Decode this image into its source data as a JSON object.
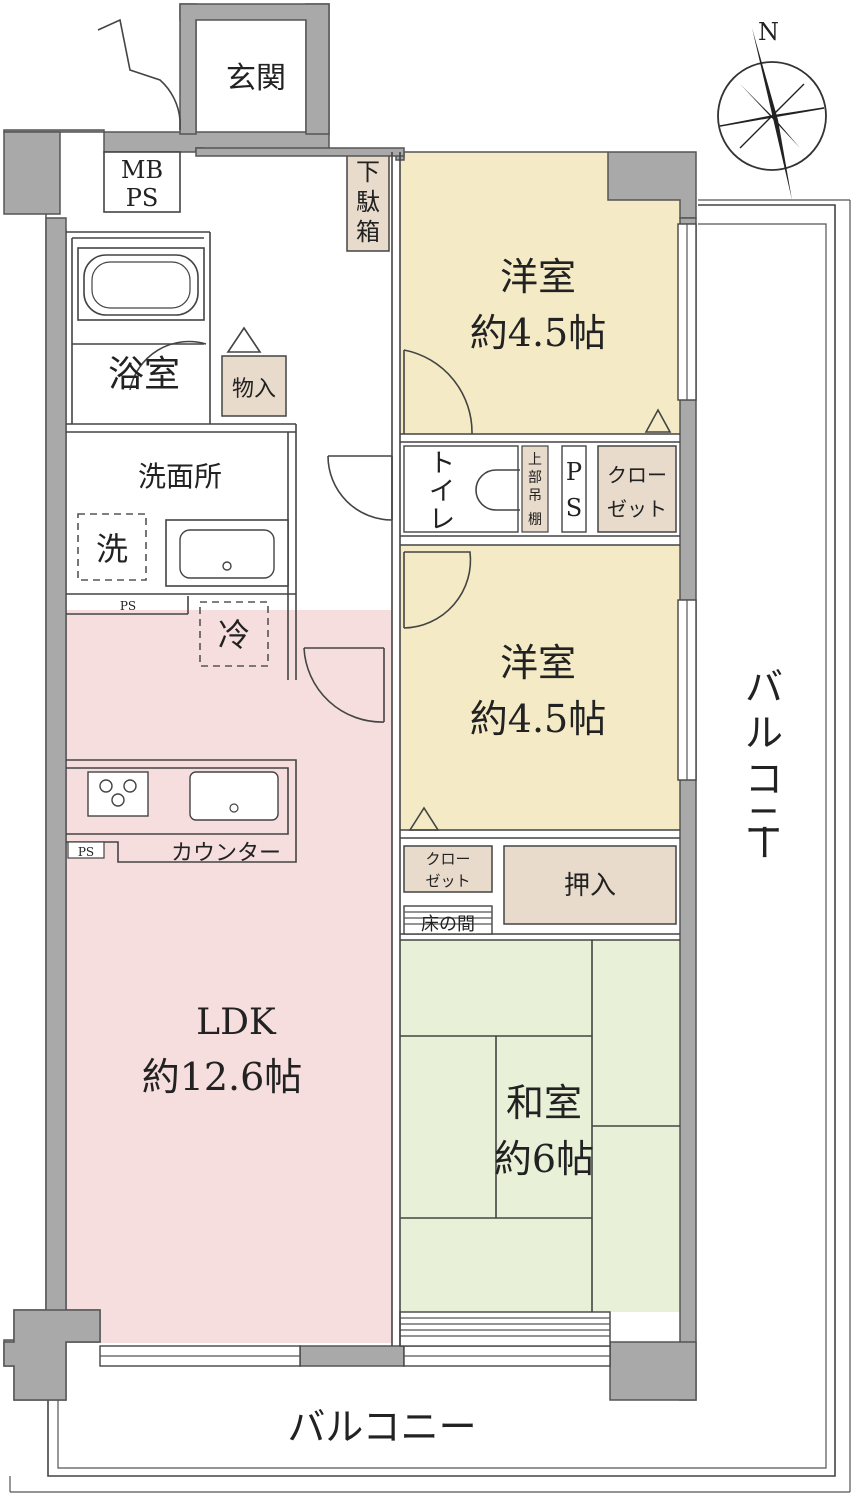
{
  "compass": {
    "north_label": "N"
  },
  "colors": {
    "ldk": "#f7dede",
    "western_room": "#f4ebc6",
    "japanese_room": "#e8f1d8",
    "storage": "#e8dbcc",
    "wall": "#a9a9a9"
  },
  "rooms": {
    "entrance": "玄関",
    "mbps": [
      "MB",
      "PS"
    ],
    "shoe_box": [
      "下",
      "駄",
      "箱"
    ],
    "bath": "浴室",
    "storage_small": "物入",
    "washroom": "洗面所",
    "washer": "洗",
    "fridge": "冷",
    "ps_label": "PS",
    "counter": "カウンター",
    "ldk": {
      "name": "LDK",
      "size": "約12.6帖"
    },
    "western1": {
      "name": "洋室",
      "size": "約4.5帖"
    },
    "western2": {
      "name": "洋室",
      "size": "約4.5帖"
    },
    "toilet": [
      "ト",
      "イ",
      "レ"
    ],
    "upper_shelf": [
      "上",
      "部",
      "吊",
      "棚"
    ],
    "toilet_ps": [
      "P",
      "S"
    ],
    "closet1": [
      "クロー",
      "ゼット"
    ],
    "closet2": [
      "クロー",
      "ゼット"
    ],
    "oshiire": "押入",
    "tokonoma": "床の間",
    "japanese": {
      "name": "和室",
      "size": "約6帖"
    },
    "balcony_bottom": "バルコニー",
    "balcony_right": [
      "バ",
      "ル",
      "コ",
      "ニ",
      "ー"
    ]
  }
}
